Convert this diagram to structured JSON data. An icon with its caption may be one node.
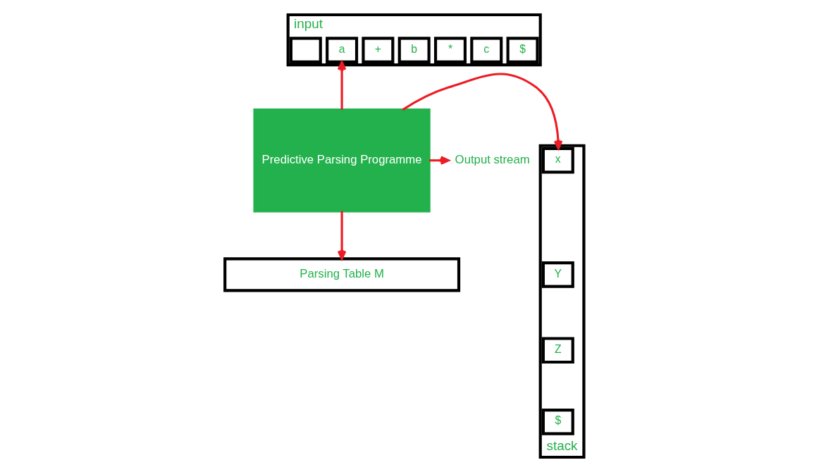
{
  "diagram": {
    "nodes": [
      {
        "text": [
          "input"
        ]
      },
      {
        "text": [],
        "shape": "box",
        "in": 0
      },
      {
        "text": [
          "a"
        ],
        "in": 0
      },
      {
        "text": [
          "+"
        ],
        "in": 0
      },
      {
        "text": [
          "b"
        ],
        "in": 0
      },
      {
        "text": [
          "*"
        ],
        "in": 0
      },
      {
        "text": [
          "c"
        ],
        "in": 0
      },
      {
        "text": [
          "$"
        ],
        "in": 0
      },
      {
        "text": [
          "stack"
        ]
      },
      {
        "text": [
          "x"
        ],
        "in": 8
      },
      {
        "text": [
          "Y"
        ],
        "in": 8
      },
      {
        "text": [
          "Z"
        ],
        "in": 8
      },
      {
        "text": [
          "$"
        ],
        "in": 8
      },
      {
        "text": [
          "Predictive Parsing Programme"
        ]
      },
      {
        "text": [
          "Output stream"
        ]
      },
      {
        "text": [
          "Parsing Table M"
        ]
      }
    ],
    "edges": [
      {
        "from": 13,
        "to": 2,
        "arrow": "to"
      },
      {
        "from": 13,
        "to": 9,
        "arrow": "to"
      },
      {
        "from": 13,
        "to": 14,
        "arrow": "to"
      },
      {
        "from": 13,
        "to": 15,
        "arrow": "to"
      }
    ]
  }
}
